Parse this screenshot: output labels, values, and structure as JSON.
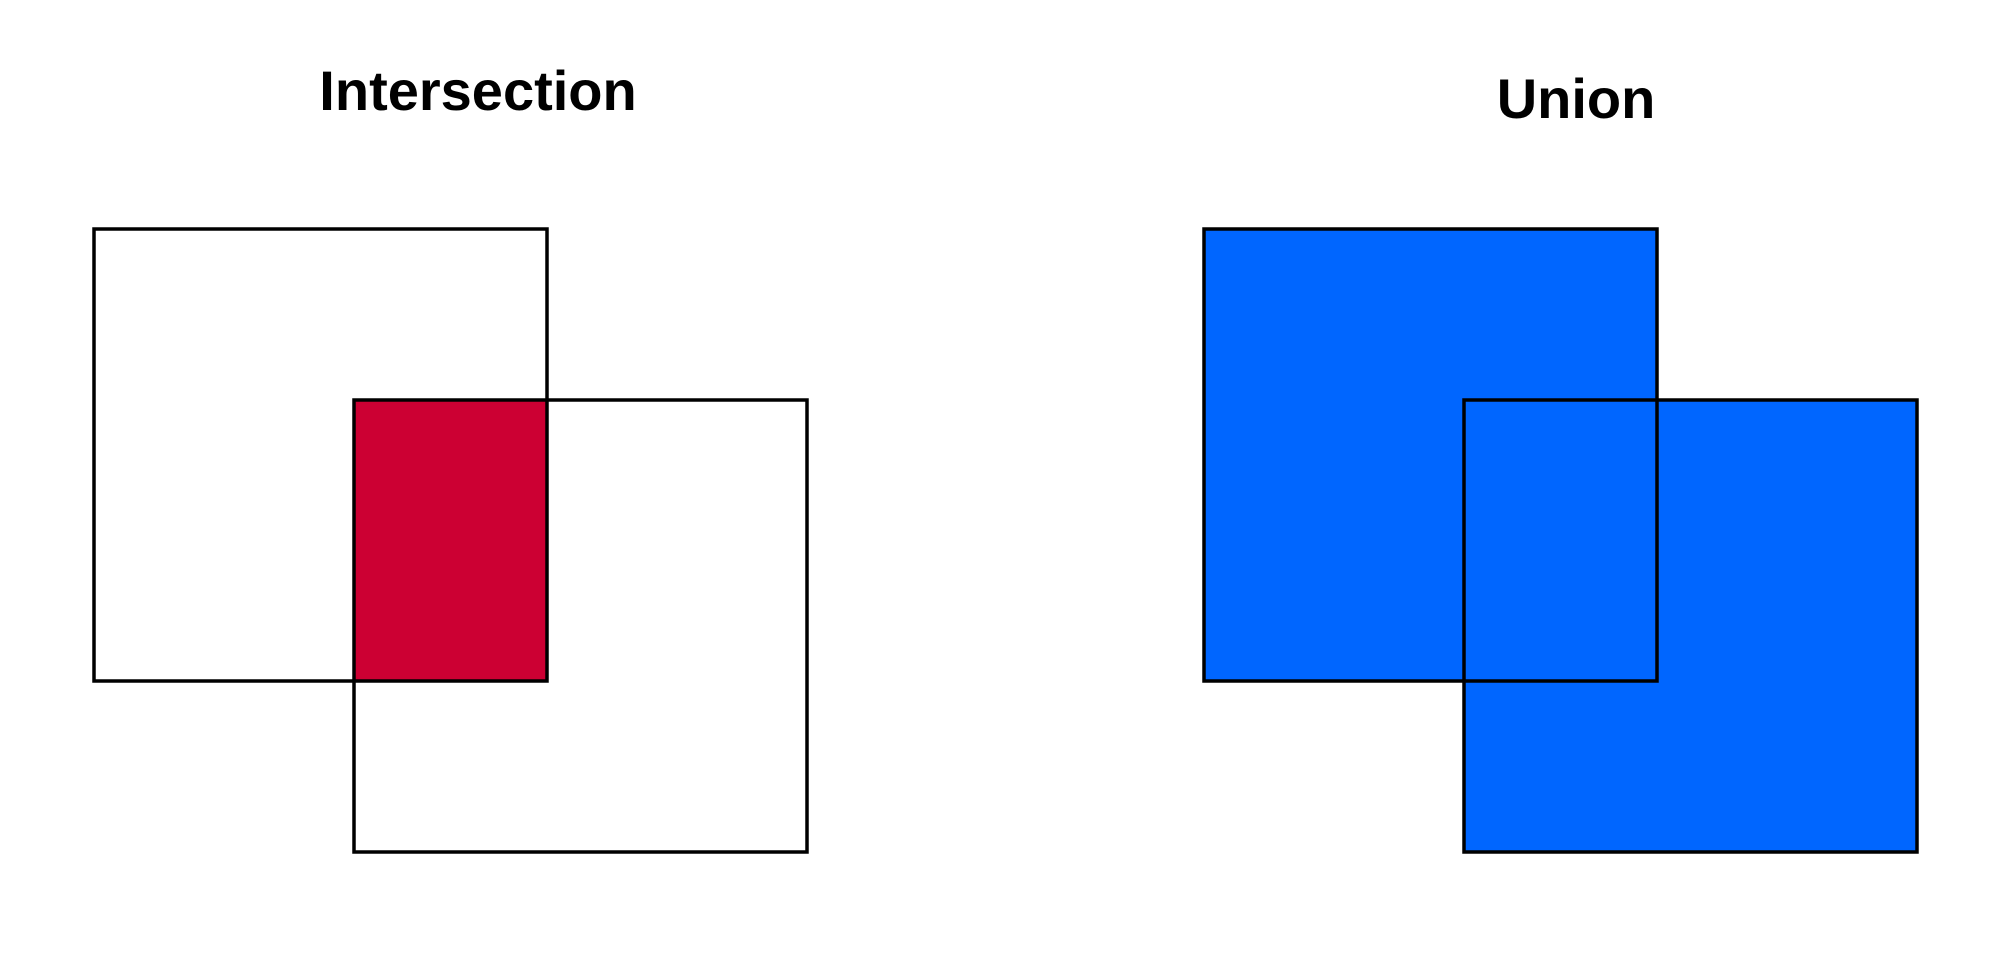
{
  "panels": [
    {
      "id": "intersection",
      "title": "Intersection",
      "highlight_color": "#cc0033",
      "highlight_region": "overlap"
    },
    {
      "id": "union",
      "title": "Union",
      "highlight_color": "#0066ff",
      "highlight_region": "both"
    }
  ],
  "outline_color": "#000000"
}
